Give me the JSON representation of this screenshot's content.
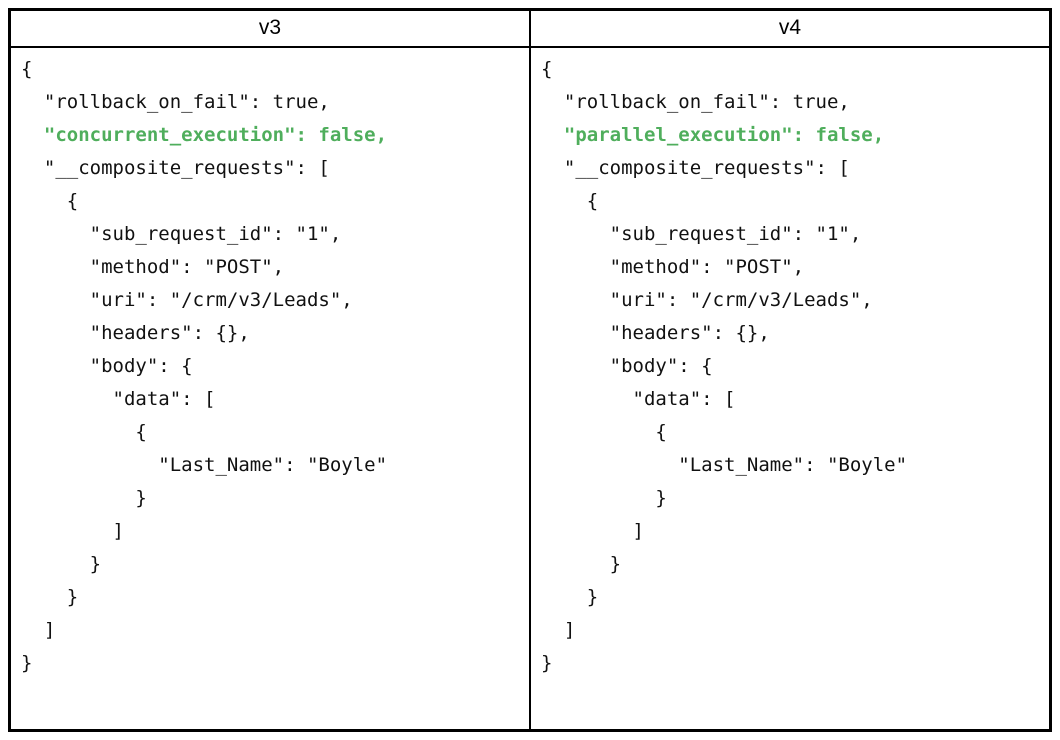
{
  "colors": {
    "highlight_green": "#4fae5c",
    "border": "#000000",
    "code_text": "#111111"
  },
  "table": {
    "columns": [
      {
        "header": "v3",
        "code_lines": [
          {
            "text": "{",
            "highlight": false
          },
          {
            "text": "  \"rollback_on_fail\": true,",
            "highlight": false
          },
          {
            "text": "  \"concurrent_execution\": false,",
            "highlight": true
          },
          {
            "text": "  \"__composite_requests\": [",
            "highlight": false
          },
          {
            "text": "    {",
            "highlight": false
          },
          {
            "text": "      \"sub_request_id\": \"1\",",
            "highlight": false
          },
          {
            "text": "      \"method\": \"POST\",",
            "highlight": false
          },
          {
            "text": "      \"uri\": \"/crm/v3/Leads\",",
            "highlight": false
          },
          {
            "text": "      \"headers\": {},",
            "highlight": false
          },
          {
            "text": "      \"body\": {",
            "highlight": false
          },
          {
            "text": "        \"data\": [",
            "highlight": false
          },
          {
            "text": "          {",
            "highlight": false
          },
          {
            "text": "            \"Last_Name\": \"Boyle\"",
            "highlight": false
          },
          {
            "text": "          }",
            "highlight": false
          },
          {
            "text": "        ]",
            "highlight": false
          },
          {
            "text": "      }",
            "highlight": false
          },
          {
            "text": "    }",
            "highlight": false
          },
          {
            "text": "  ]",
            "highlight": false
          },
          {
            "text": "}",
            "highlight": false
          }
        ]
      },
      {
        "header": "v4",
        "code_lines": [
          {
            "text": "{",
            "highlight": false
          },
          {
            "text": "  \"rollback_on_fail\": true,",
            "highlight": false
          },
          {
            "text": "  \"parallel_execution\": false,",
            "highlight": true
          },
          {
            "text": "  \"__composite_requests\": [",
            "highlight": false
          },
          {
            "text": "    {",
            "highlight": false
          },
          {
            "text": "      \"sub_request_id\": \"1\",",
            "highlight": false
          },
          {
            "text": "      \"method\": \"POST\",",
            "highlight": false
          },
          {
            "text": "      \"uri\": \"/crm/v3/Leads\",",
            "highlight": false
          },
          {
            "text": "      \"headers\": {},",
            "highlight": false
          },
          {
            "text": "      \"body\": {",
            "highlight": false
          },
          {
            "text": "        \"data\": [",
            "highlight": false
          },
          {
            "text": "          {",
            "highlight": false
          },
          {
            "text": "            \"Last_Name\": \"Boyle\"",
            "highlight": false
          },
          {
            "text": "          }",
            "highlight": false
          },
          {
            "text": "        ]",
            "highlight": false
          },
          {
            "text": "      }",
            "highlight": false
          },
          {
            "text": "    }",
            "highlight": false
          },
          {
            "text": "  ]",
            "highlight": false
          },
          {
            "text": "}",
            "highlight": false
          }
        ]
      }
    ]
  }
}
